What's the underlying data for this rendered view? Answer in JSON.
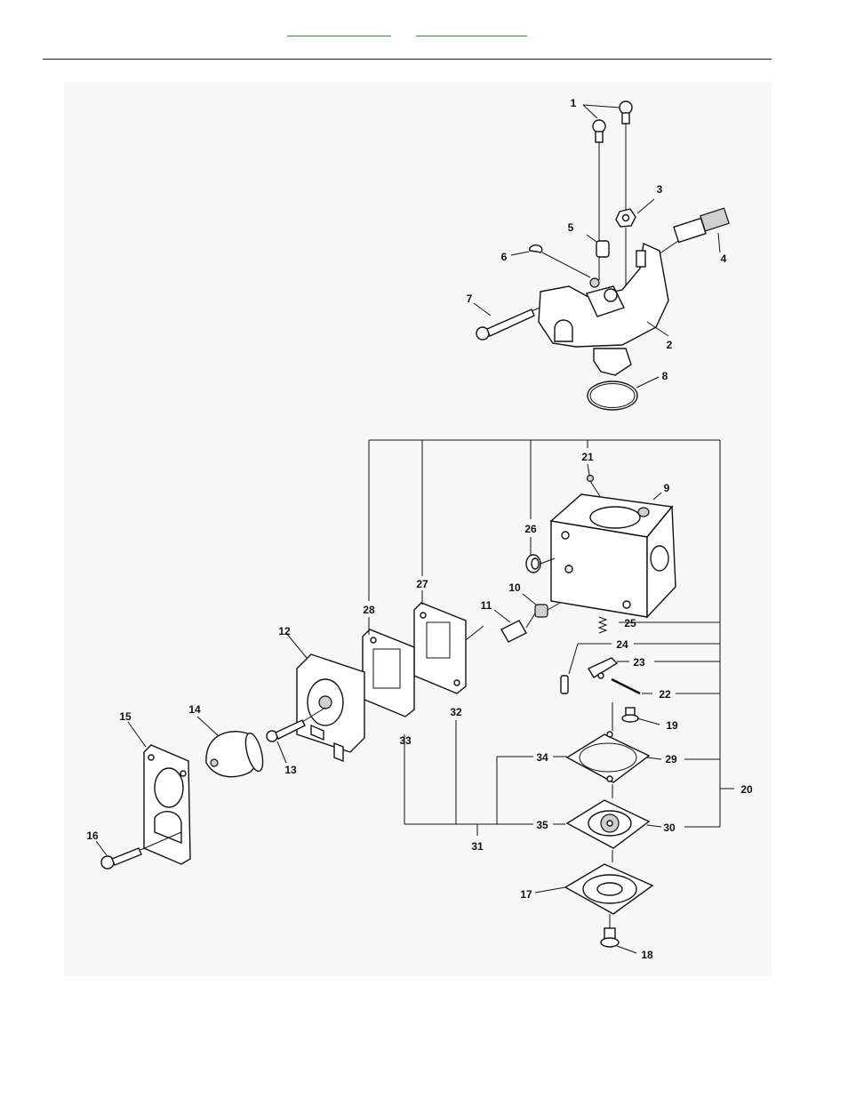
{
  "header": {
    "link_left": "",
    "link_right": ""
  },
  "diagram": {
    "callouts": [
      {
        "id": "c1",
        "text": "1"
      },
      {
        "id": "c2",
        "text": "2"
      },
      {
        "id": "c3",
        "text": "3"
      },
      {
        "id": "c4",
        "text": "4"
      },
      {
        "id": "c5",
        "text": "5"
      },
      {
        "id": "c6",
        "text": "6"
      },
      {
        "id": "c7",
        "text": "7"
      },
      {
        "id": "c8",
        "text": "8"
      },
      {
        "id": "c9",
        "text": "9"
      },
      {
        "id": "c10",
        "text": "10"
      },
      {
        "id": "c11",
        "text": "11"
      },
      {
        "id": "c12",
        "text": "12"
      },
      {
        "id": "c13",
        "text": "13"
      },
      {
        "id": "c14",
        "text": "14"
      },
      {
        "id": "c15",
        "text": "15"
      },
      {
        "id": "c16",
        "text": "16"
      },
      {
        "id": "c17",
        "text": "17"
      },
      {
        "id": "c18",
        "text": "18"
      },
      {
        "id": "c19",
        "text": "19"
      },
      {
        "id": "c20",
        "text": "20"
      },
      {
        "id": "c21",
        "text": "21"
      },
      {
        "id": "c22",
        "text": "22"
      },
      {
        "id": "c23",
        "text": "23"
      },
      {
        "id": "c24",
        "text": "24"
      },
      {
        "id": "c25",
        "text": "25"
      },
      {
        "id": "c26",
        "text": "26"
      },
      {
        "id": "c27",
        "text": "27"
      },
      {
        "id": "c28",
        "text": "28"
      },
      {
        "id": "c29",
        "text": "29"
      },
      {
        "id": "c30",
        "text": "30"
      },
      {
        "id": "c31",
        "text": "31"
      },
      {
        "id": "c32",
        "text": "32"
      },
      {
        "id": "c33",
        "text": "33"
      },
      {
        "id": "c34",
        "text": "34"
      },
      {
        "id": "c35",
        "text": "35"
      }
    ]
  }
}
